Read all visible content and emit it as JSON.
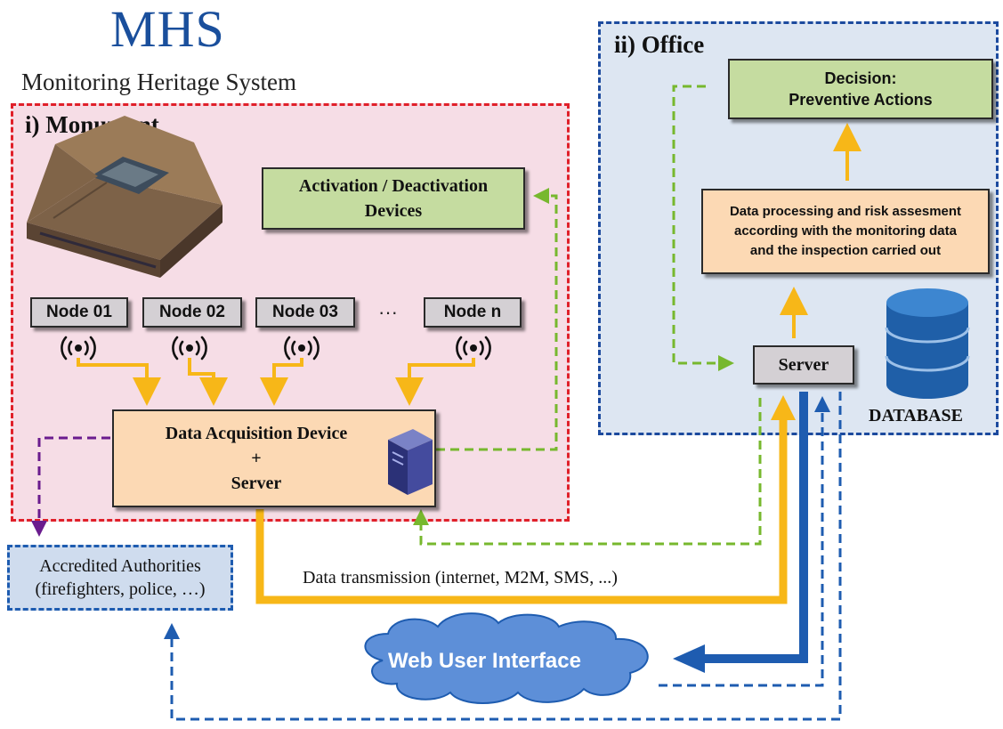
{
  "header": {
    "title": "MHS",
    "subtitle": "Monitoring Heritage System"
  },
  "monument": {
    "label": "i) Monument",
    "activation": [
      "Activation / Deactivation",
      "Devices"
    ],
    "nodes": [
      "Node 01",
      "Node 02",
      "Node 03",
      "Node n"
    ],
    "ellipsis": "···",
    "daq": [
      "Data Acquisition Device",
      "+",
      "Server"
    ]
  },
  "office": {
    "label": "ii) Office",
    "decision": [
      "Decision:",
      "Preventive Actions"
    ],
    "processing": [
      "Data processing and risk assesment",
      "according with the monitoring data",
      "and the inspection carried out"
    ],
    "server": "Server",
    "database": "DATABASE"
  },
  "authorities": [
    "Accredited Authorities",
    "(firefighters, police, …)"
  ],
  "transmission": "Data transmission (internet, M2M, SMS, ...)",
  "web_ui": "Web User Interface",
  "colors": {
    "title_blue": "#1a4f9c",
    "monument_border": "#e0202a",
    "monument_fill": "#f6dde6",
    "office_border": "#1c4a9e",
    "office_fill": "#dde6f2",
    "green_box": "#c5dca0",
    "orange_box": "#fcd9b4",
    "arrow_orange": "#f7b718",
    "arrow_green": "#77b82e",
    "arrow_blue": "#1e5cb0",
    "arrow_purple": "#6a1c8e",
    "cloud_blue": "#5d8fd8"
  }
}
